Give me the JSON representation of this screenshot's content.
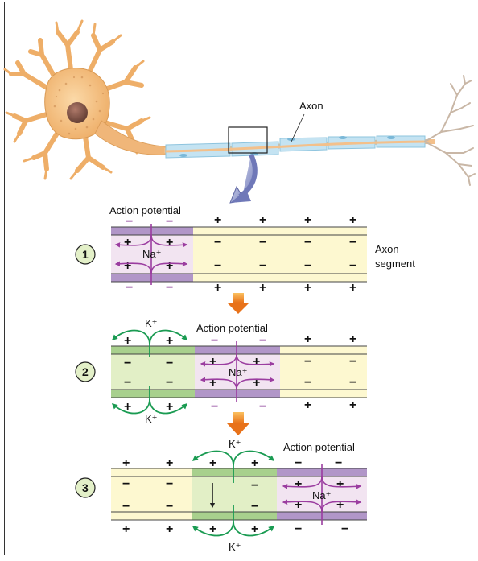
{
  "labels": {
    "axon": "Axon",
    "axon_segment_line1": "Axon",
    "axon_segment_line2": "segment",
    "action_potential": "Action potential",
    "na": "Na⁺",
    "k": "K⁺",
    "plus": "+",
    "minus": "−"
  },
  "steps": [
    {
      "number": "1"
    },
    {
      "number": "2"
    },
    {
      "number": "3"
    }
  ],
  "colors": {
    "membrane_resting": "#fdf8d0",
    "depolarized_fill": "#f2e4f1",
    "depolarized_bar": "#b196c8",
    "repolarized_fill": "#e2efc6",
    "repolarized_bar": "#a8d08d",
    "na_arrow": "#9b3da0",
    "k_arrow": "#1a9b52",
    "step_circle": "#e3f0c8",
    "transition_arrow": "#f08a1c",
    "neuron_body": "#f5c58b",
    "myelin": "#bfe0f0"
  }
}
